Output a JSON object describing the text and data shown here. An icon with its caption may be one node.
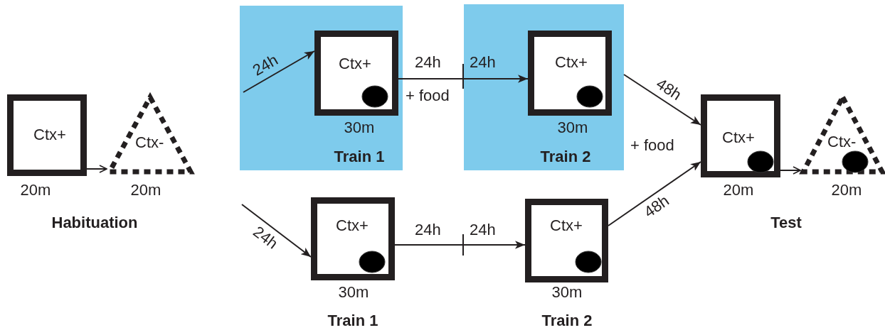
{
  "diagram": {
    "nodes": [
      {
        "text": [
          "Ctx+"
        ],
        "beside": [
          "20m"
        ]
      },
      {
        "text": [
          "Ctx-"
        ],
        "beside": [
          "20m"
        ]
      },
      {
        "text": [
          "Train 1"
        ]
      },
      {
        "text": [
          "Ctx+"
        ],
        "in": 2,
        "beside": [
          "30m"
        ]
      },
      {
        "text": [
          "Train 2"
        ]
      },
      {
        "text": [
          "Ctx+"
        ],
        "in": 4,
        "beside": [
          "30m"
        ]
      },
      {
        "text": [
          "Ctx+"
        ],
        "beside": [
          "30m",
          "Train 1"
        ]
      },
      {
        "text": [
          "Ctx+"
        ],
        "beside": [
          "30m",
          "Train 2"
        ]
      },
      {
        "text": [
          "Ctx+"
        ],
        "beside": [
          "20m"
        ]
      },
      {
        "text": [
          "Ctx-"
        ],
        "beside": [
          "20m"
        ]
      }
    ],
    "edges": [
      {
        "from": 0,
        "to": 1,
        "arrow": "to"
      },
      {
        "from": null,
        "to": 3,
        "arrow": "to",
        "label": "24h"
      },
      {
        "from": 3,
        "to": 5,
        "arrow": "to"
      },
      {
        "from": 4,
        "to": 8,
        "arrow": "to",
        "label": "48h"
      },
      {
        "from": null,
        "to": 6,
        "arrow": "to",
        "label": "24h"
      },
      {
        "from": 6,
        "to": 7,
        "arrow": "to"
      },
      {
        "from": 7,
        "to": 8,
        "arrow": "to",
        "label": "48h"
      },
      {
        "from": 8,
        "to": 9,
        "arrow": "to"
      }
    ],
    "labels": [
      "Habituation",
      "24h",
      "24h",
      "+ food",
      "+ food",
      "24h",
      "24h",
      "Test"
    ]
  }
}
